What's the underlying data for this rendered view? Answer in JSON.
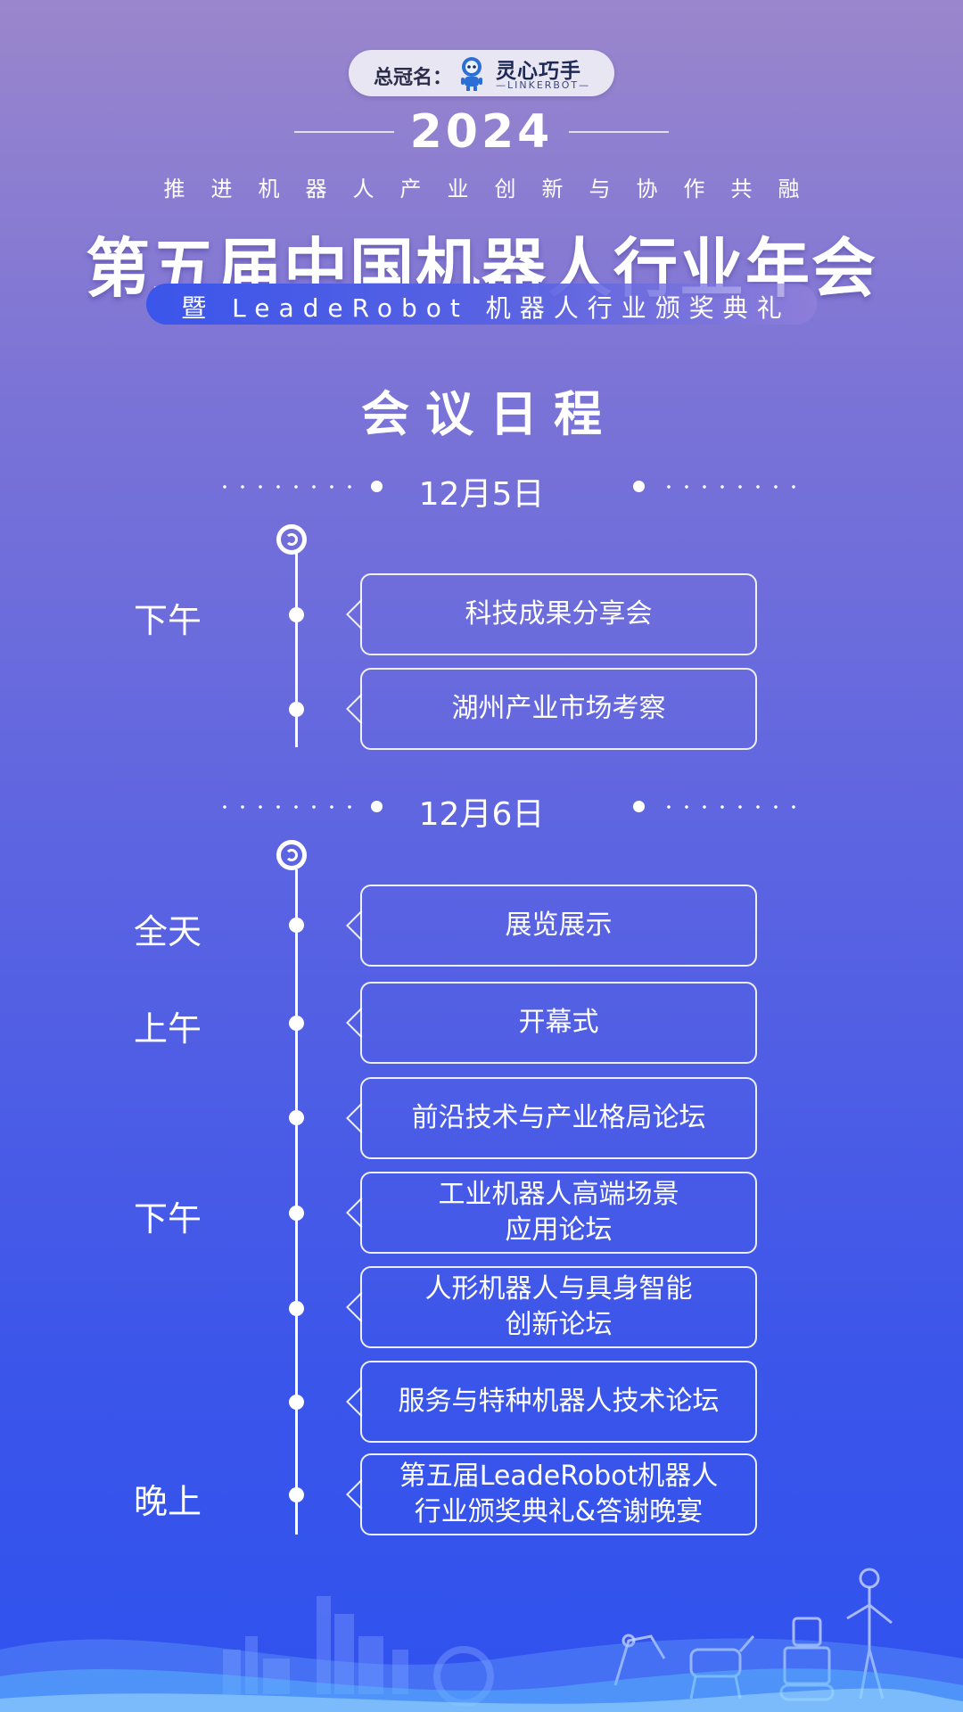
{
  "sponsor": {
    "label": "总冠名：",
    "brand_name": "灵心巧手",
    "brand_en": "—LINKERBOT—",
    "logo_icon": "robot-mascot-icon"
  },
  "header": {
    "year": "2024",
    "tagline": "推进机器人产业创新与协作共融",
    "main_title": "第五届中国机器人行业年会",
    "subtitle": "暨 LeadeRobot 机器人行业颁奖典礼"
  },
  "schedule_title": "会议日程",
  "days": [
    {
      "date": "12月5日",
      "periods": [
        "下午"
      ],
      "events": [
        "科技成果分享会",
        "湖州产业市场考察"
      ]
    },
    {
      "date": "12月6日",
      "periods": [
        "全天",
        "上午",
        "下午",
        "晚上"
      ],
      "events": [
        "展览展示",
        "开幕式",
        "前沿技术与产业格局论坛",
        "工业机器人高端场景\n应用论坛",
        "人形机器人与具身智能\n创新论坛",
        "服务与特种机器人技术论坛",
        "第五届LeadeRobot机器人\n行业颁奖典礼&答谢晚宴"
      ]
    }
  ],
  "colors": {
    "bg_top": "#9a86cc",
    "bg_bottom": "#2f52ee",
    "text": "#ffffff"
  }
}
